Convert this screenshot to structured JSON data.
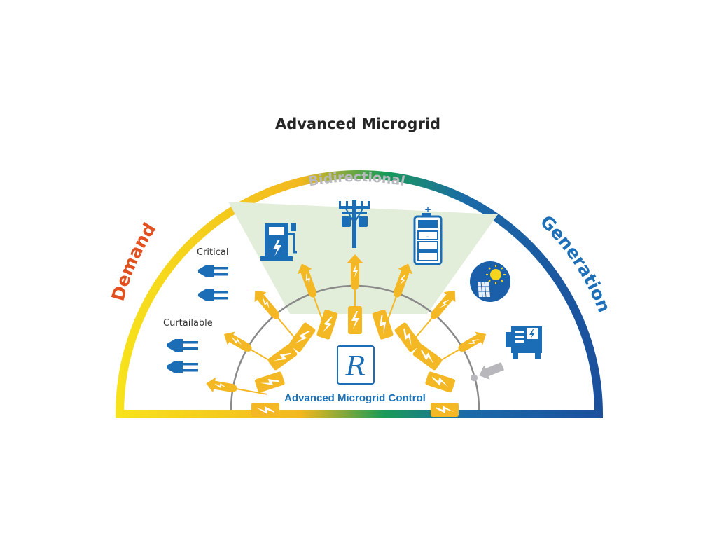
{
  "title": "Advanced Microgrid",
  "sections": {
    "demand": {
      "label": "Demand",
      "color": "#e2501f"
    },
    "generation": {
      "label": "Generation",
      "color": "#1d6fb8"
    },
    "bidirectional": {
      "label": "Bidirectional"
    }
  },
  "loads": {
    "critical": "Critical",
    "curtailable": "Curtailable"
  },
  "control": {
    "label": "Advanced Microgrid Control",
    "logo_letter": "R"
  },
  "icons": {
    "bidirectional": [
      "ev-charger-icon",
      "utility-pole-icon",
      "battery-icon"
    ],
    "generation": [
      "solar-panel-icon",
      "generator-icon"
    ],
    "demand": [
      "plug-icon"
    ]
  },
  "colors": {
    "arc_yellow": "#f7e31b",
    "arc_gold": "#f2b81e",
    "arc_green": "#199b57",
    "arc_blue": "#1b4f9c",
    "bidirectional_bg": "#e3eeda",
    "icon_blue": "#1b6db5",
    "arrow_gold": "#f4b824",
    "inner_arc": "#8a8a8a"
  }
}
